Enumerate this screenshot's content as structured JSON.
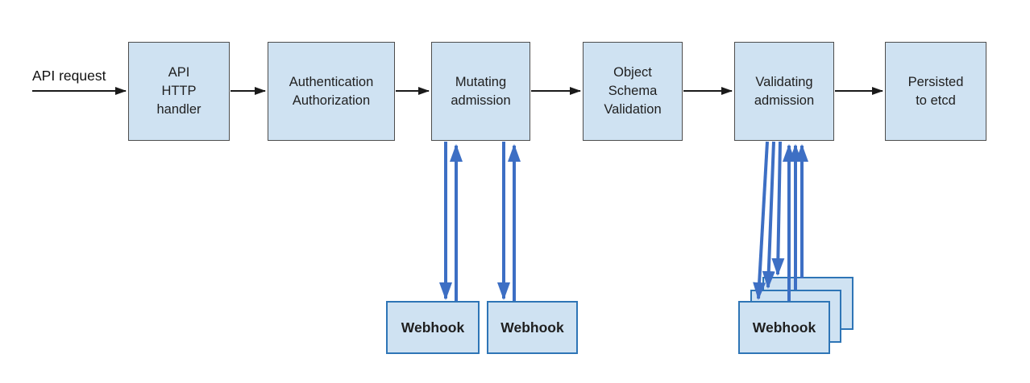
{
  "flow": {
    "input_label": "API request",
    "stages": [
      {
        "label": "API\nHTTP\nhandler"
      },
      {
        "label": "Authentication\nAuthorization"
      },
      {
        "label": "Mutating\nadmission"
      },
      {
        "label": "Object\nSchema\nValidation"
      },
      {
        "label": "Validating\nadmission"
      },
      {
        "label": "Persisted\nto etcd"
      }
    ],
    "mutating_webhooks": [
      {
        "label": "Webhook"
      },
      {
        "label": "Webhook"
      }
    ],
    "validating_webhooks": [
      {
        "label": "Webhook"
      },
      {
        "label": "Webhook"
      },
      {
        "label": "Webhook"
      }
    ]
  },
  "colors": {
    "node_fill": "#cfe2f2",
    "node_border": "#4d4d4d",
    "webhook_border": "#2e75b6",
    "arrow_black": "#1a1a1a",
    "arrow_blue": "#3d6fc4"
  }
}
